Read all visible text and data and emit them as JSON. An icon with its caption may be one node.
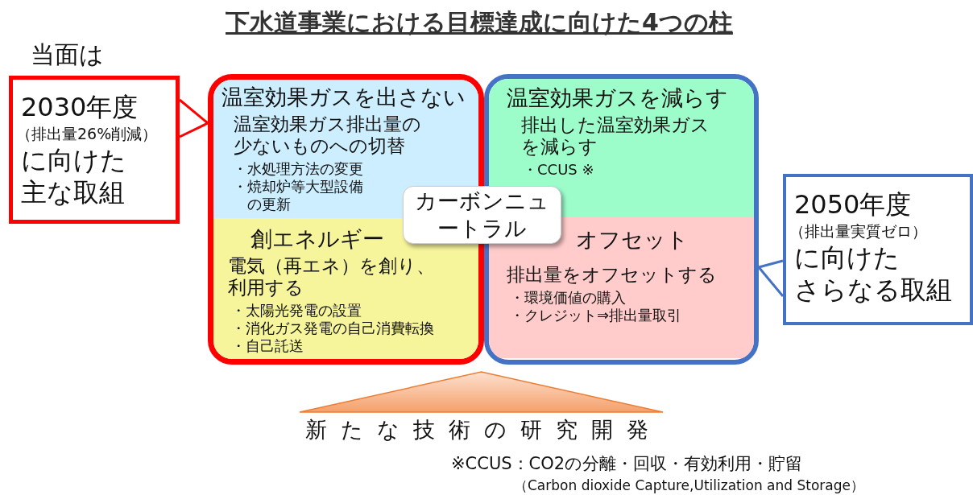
{
  "diagram": {
    "title": "下水道事業における目標達成に向けた4つの柱",
    "nodes": [
      {
        "text": [],
        "shape": "box"
      },
      {
        "text": [
          "温室効果ガスを出さない",
          "温室効果ガス排出量の少ないものへの切替",
          "・水処理方法の変更",
          "・焼却炉等大型設備の更新"
        ],
        "in": 0
      },
      {
        "text": [
          "創エネルギー",
          "電気（再エネ）を創り、利用する",
          "・太陽光発電の設置",
          "・消化ガス発電の自己消費転換",
          "・自己託送"
        ],
        "in": 0
      },
      {
        "text": [],
        "shape": "box"
      },
      {
        "text": [
          "温室効果ガスを減らす",
          "排出した温室効果ガスを減らす",
          "・CCUS ※"
        ],
        "in": 3
      },
      {
        "text": [
          "オフセット",
          "排出量をオフセットする",
          "・環境価値の購入",
          "・クレジット⇒排出量取引"
        ],
        "in": 3
      },
      {
        "text": [
          "カーボンニュートラル"
        ]
      },
      {
        "text": [
          "2030年度",
          "（排出量26%削減）",
          "に向けた",
          "主な取組"
        ],
        "beside": [
          "当面は"
        ]
      },
      {
        "text": [
          "2050年度",
          "（排出量実質ゼロ）",
          "に向けた",
          "さらなる取組"
        ]
      },
      {
        "text": [
          "新たな技術の研究開発"
        ]
      },
      {
        "text": [],
        "shape": "triangle"
      }
    ],
    "edges": [
      {
        "from": 7,
        "to": 0,
        "arrow": "none",
        "color": "#ff0000"
      },
      {
        "from": 8,
        "to": 3,
        "arrow": "none",
        "color": "#4472c4"
      }
    ],
    "labels": [
      "※CCUS：CO2の分離・回収・有効利用・貯留",
      "（Carbon dioxide Capture,Utilization and Storage）"
    ]
  }
}
